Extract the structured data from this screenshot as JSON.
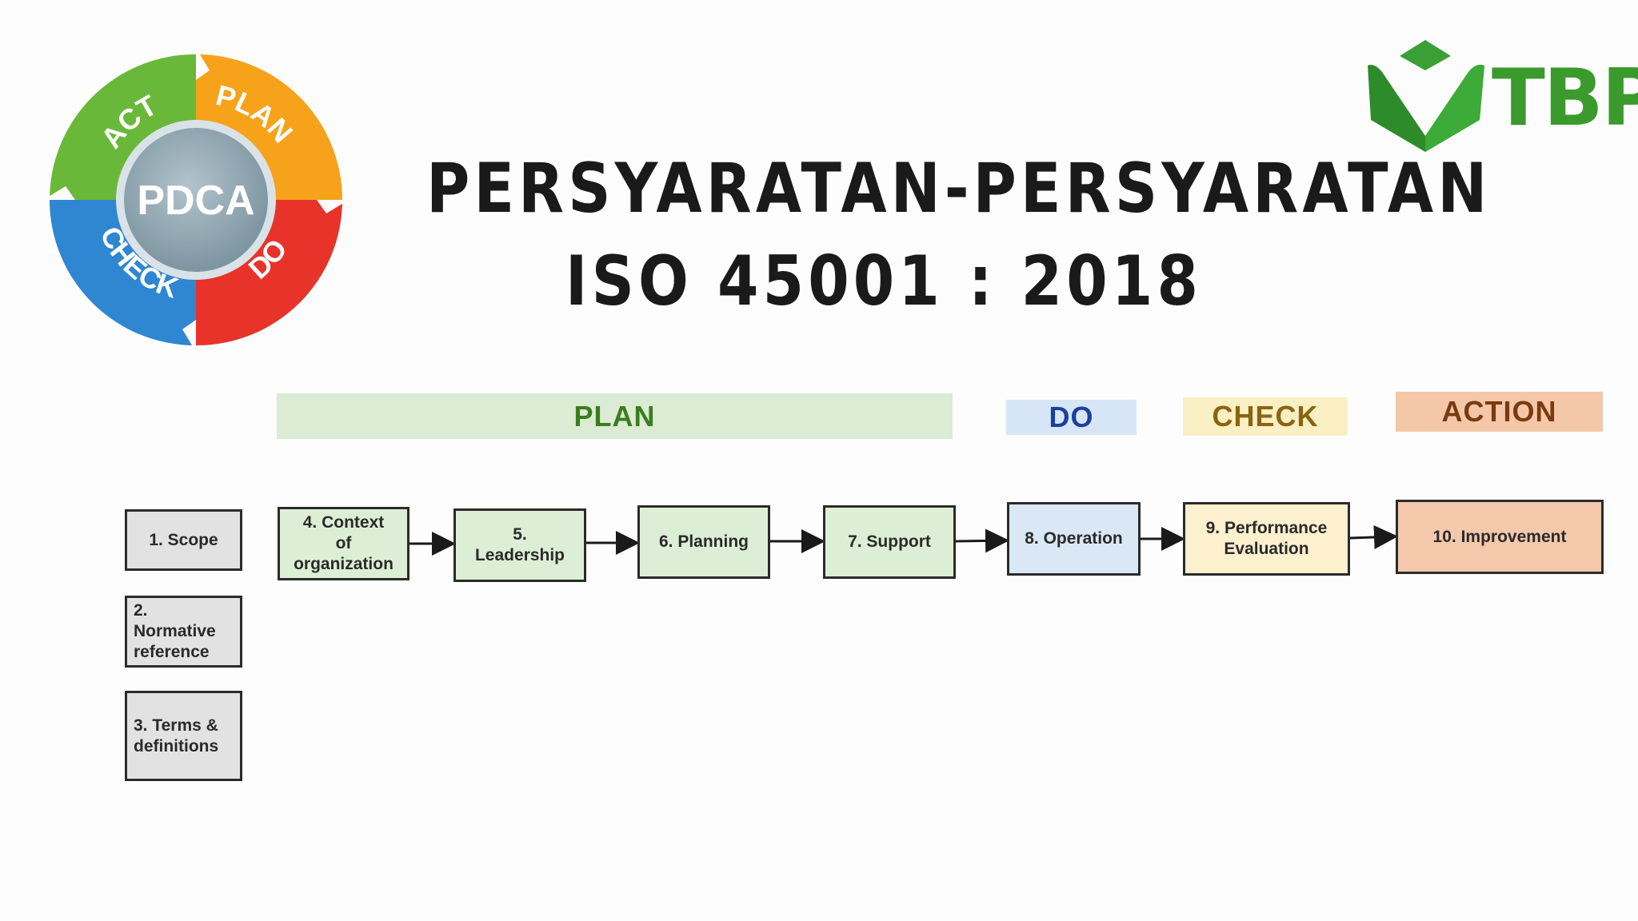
{
  "title": {
    "line1": "PERSYARATAN-PERSYARATAN",
    "line2": "ISO 45001 : 2018"
  },
  "pdca_wheel": {
    "center": "PDCA",
    "segments": [
      "PLAN",
      "DO",
      "CHECK",
      "ACT"
    ],
    "colors": {
      "plan": "#f7a21b",
      "do": "#e8332a",
      "check": "#2f86d1",
      "act": "#6ab83a",
      "center": "#8fa6b1"
    }
  },
  "logo": {
    "text": "TBP",
    "color": "#3a9a2c"
  },
  "phases": {
    "plan": "PLAN",
    "do": "DO",
    "check": "CHECK",
    "action": "ACTION"
  },
  "clauses": {
    "c1": "1. Scope",
    "c2": "2.\nNormative\nreference",
    "c3": "3. Terms &\ndefinitions",
    "c4": "4. Context\nof\norganization",
    "c5": "5.\nLeadership",
    "c6": "6. Planning",
    "c7": "7. Support",
    "c8": "8. Operation",
    "c9": "9. Performance\nEvaluation",
    "c10": "10. Improvement"
  }
}
